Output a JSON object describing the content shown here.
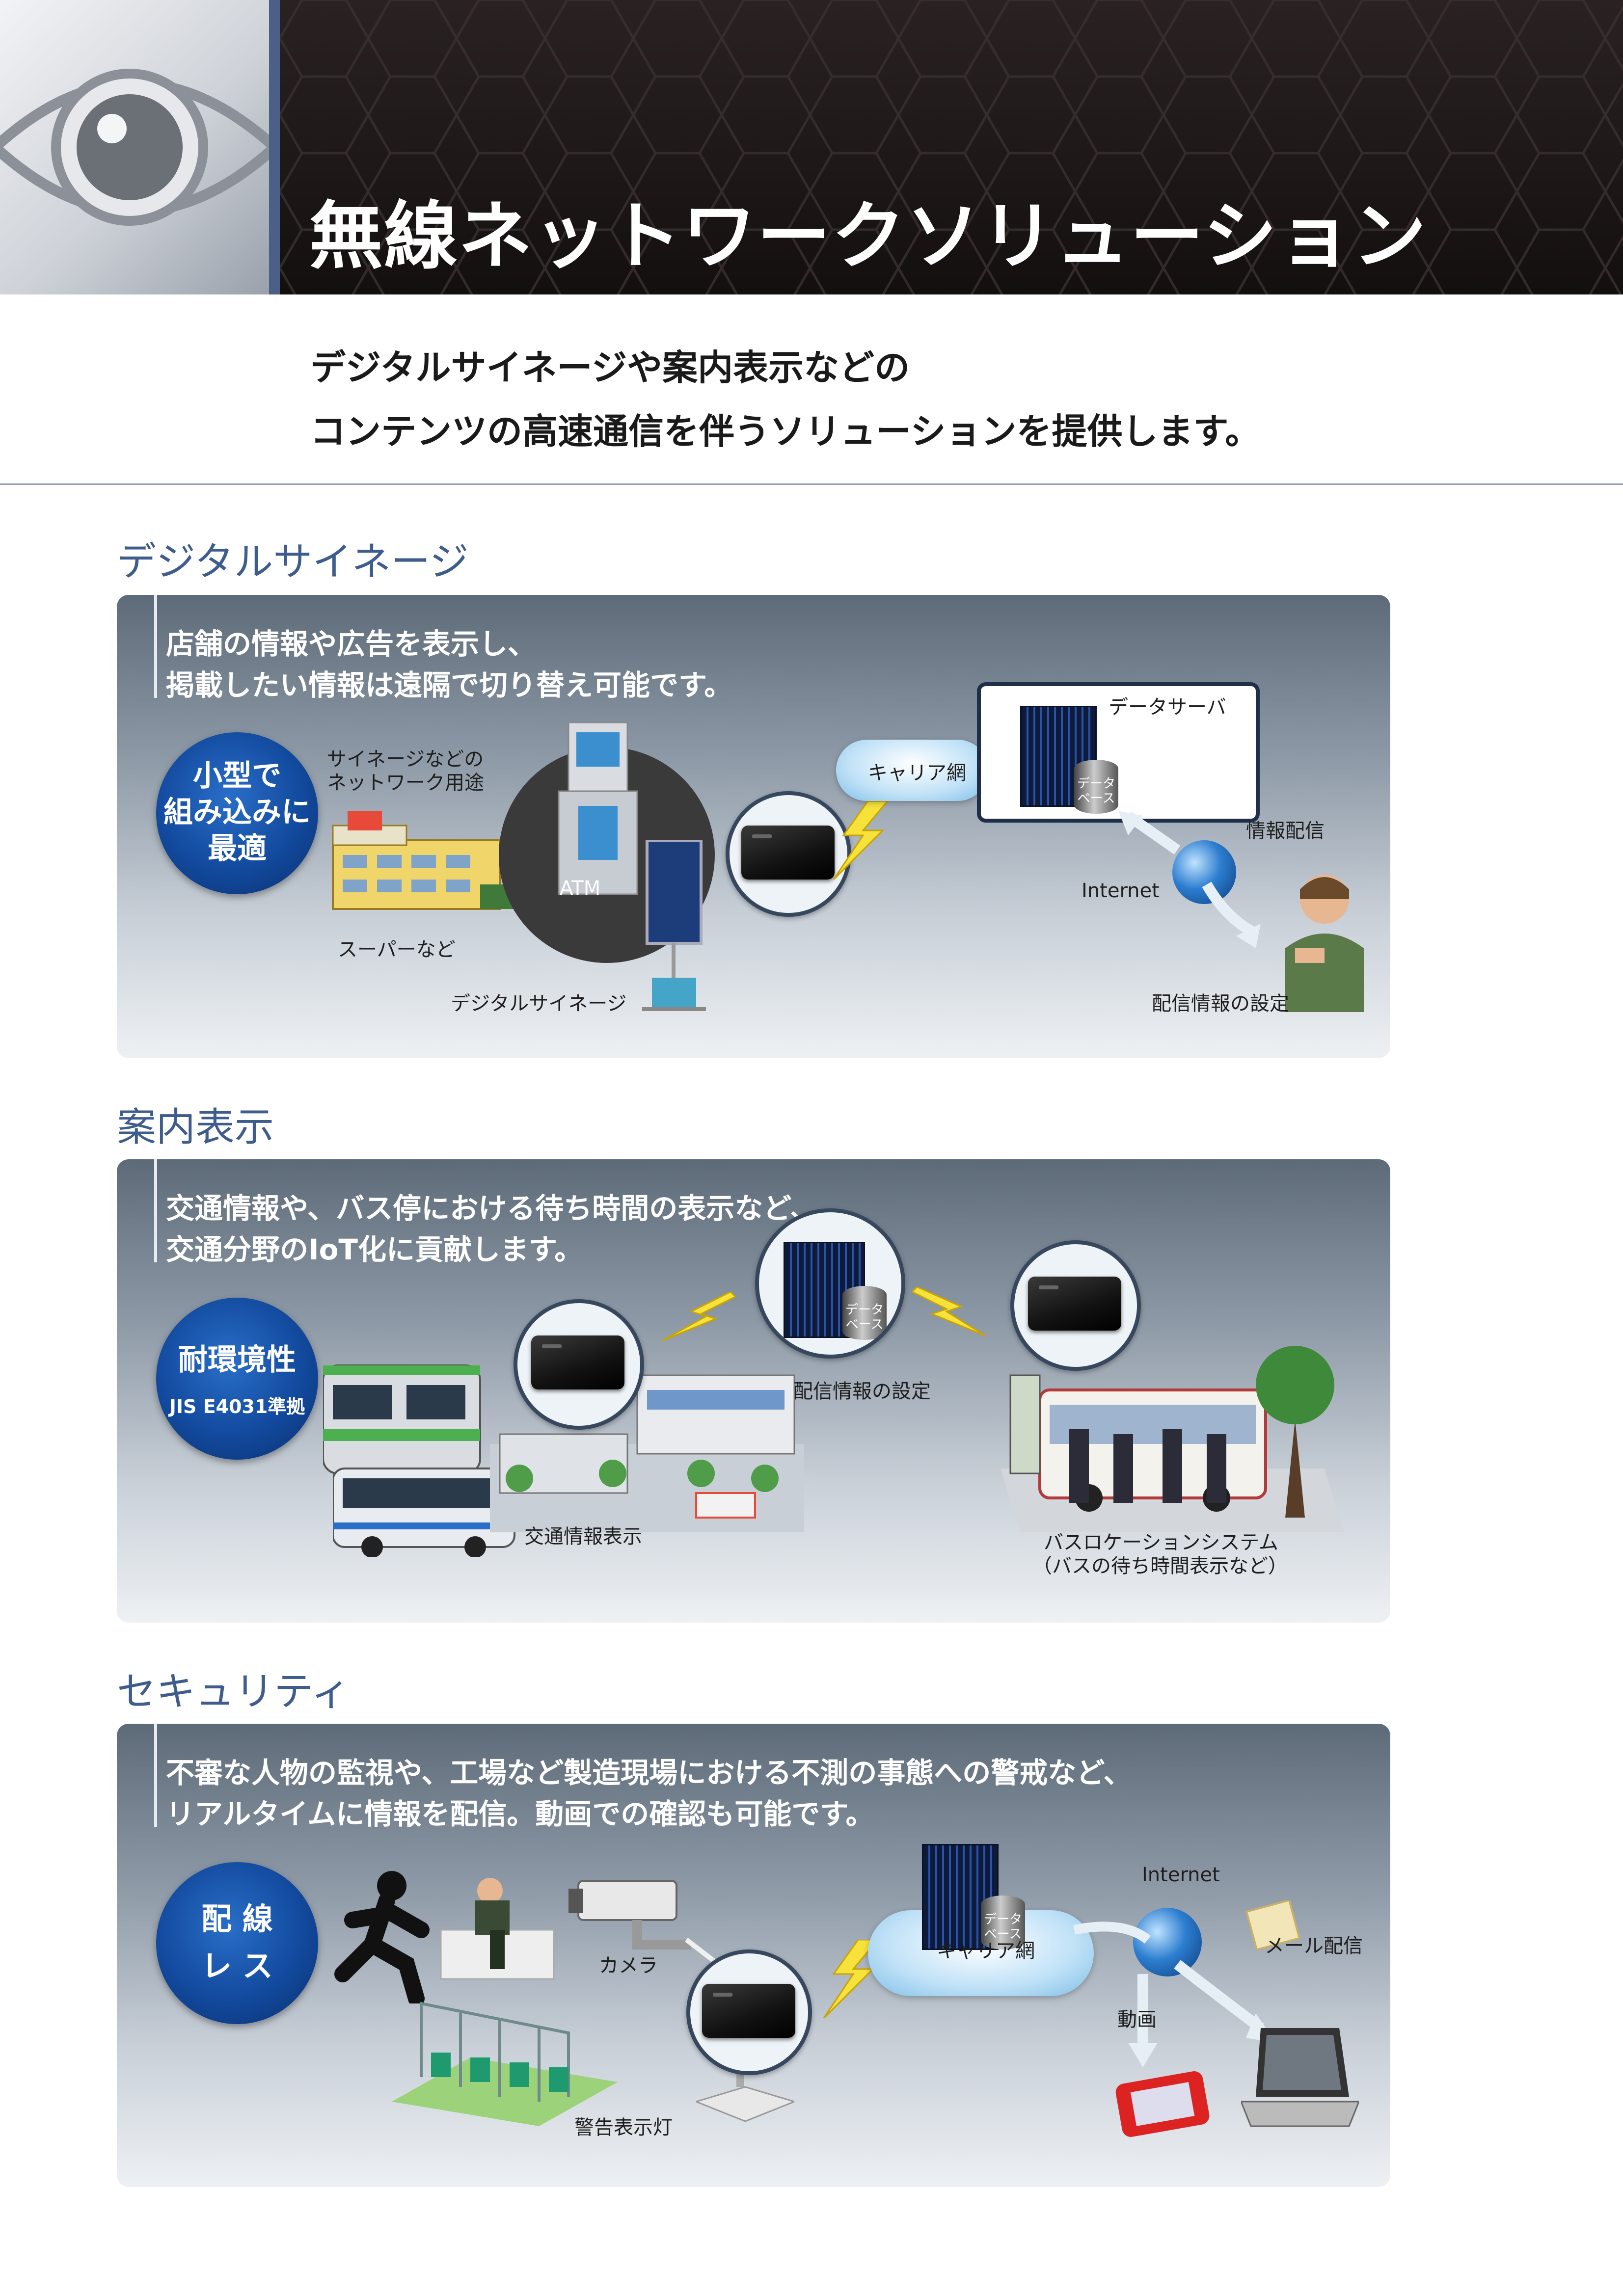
{
  "header": {
    "title": "無線ネットワークソリューション",
    "eye_icon": "eye-icon",
    "colors": {
      "dark_panel": "#1d1717",
      "accent_bar": "#4c5f86",
      "section_title": "#3e5d8d"
    }
  },
  "intro": {
    "line1": "デジタルサイネージや案内表示などの",
    "line2": "コンテンツの高速通信を伴うソリューションを提供します。"
  },
  "sections": [
    {
      "title": "デジタルサイネージ",
      "desc_line1": "店舗の情報や広告を表示し、",
      "desc_line2": "掲載したい情報は遠隔で切り替え可能です。",
      "badge": [
        "小型で",
        "組み込みに",
        "最適"
      ],
      "labels": {
        "use": "サイネージなどの",
        "use2": "ネットワーク用途",
        "atm": "ATM",
        "super": "スーパーなど",
        "signage": "デジタルサイネージ",
        "carrier": "キャリア網",
        "data_server": "データサーバ",
        "database": "データベース",
        "info_delivery": "情報配信",
        "internet": "Internet",
        "delivery_setting": "配信情報の設定"
      }
    },
    {
      "title": "案内表示",
      "desc_line1": "交通情報や、バス停における待ち時間の表示など、",
      "desc_line2": "交通分野のIoT化に貢献します。",
      "badge": [
        "耐環境性",
        "JIS E4031準拠"
      ],
      "labels": {
        "database": "データベース",
        "delivery_setting": "配信情報の設定",
        "traffic_display": "交通情報表示",
        "bus_location": "バスロケーションシステム",
        "bus_location_sub": "（バスの待ち時間表示など）"
      }
    },
    {
      "title": "セキュリティ",
      "desc_line1": "不審な人物の監視や、工場など製造現場における不測の事態への警戒など、",
      "desc_line2": "リアルタイムに情報を配信。動画での確認も可能です。",
      "badge": [
        "配 線",
        "レ ス"
      ],
      "labels": {
        "camera": "カメラ",
        "warning_light": "警告表示灯",
        "database": "データベース",
        "carrier": "キャリア網",
        "internet": "Internet",
        "mail": "メール配信",
        "video": "動画"
      }
    }
  ]
}
